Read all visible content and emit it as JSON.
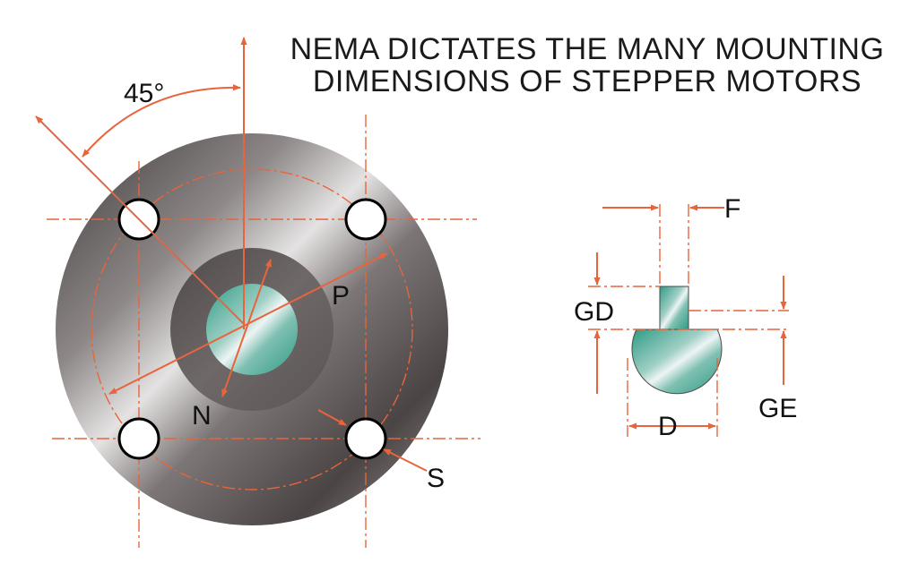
{
  "title": {
    "line1": "NEMA DICTATES THE MANY MOUNTING",
    "line2": "DIMENSIONS OF STEPPER MOTORS"
  },
  "labels": {
    "angle": "45°",
    "P": "P",
    "N": "N",
    "S": "S",
    "F": "F",
    "GD": "GD",
    "GE": "GE",
    "D": "D"
  },
  "colors": {
    "accent": "#e8643c",
    "flange_dark": "#4a4545",
    "flange_light": "#d8d6d6",
    "boss": "#6b6565",
    "shaft_teal": "#3aa58e",
    "shaft_light": "#e6efef"
  }
}
